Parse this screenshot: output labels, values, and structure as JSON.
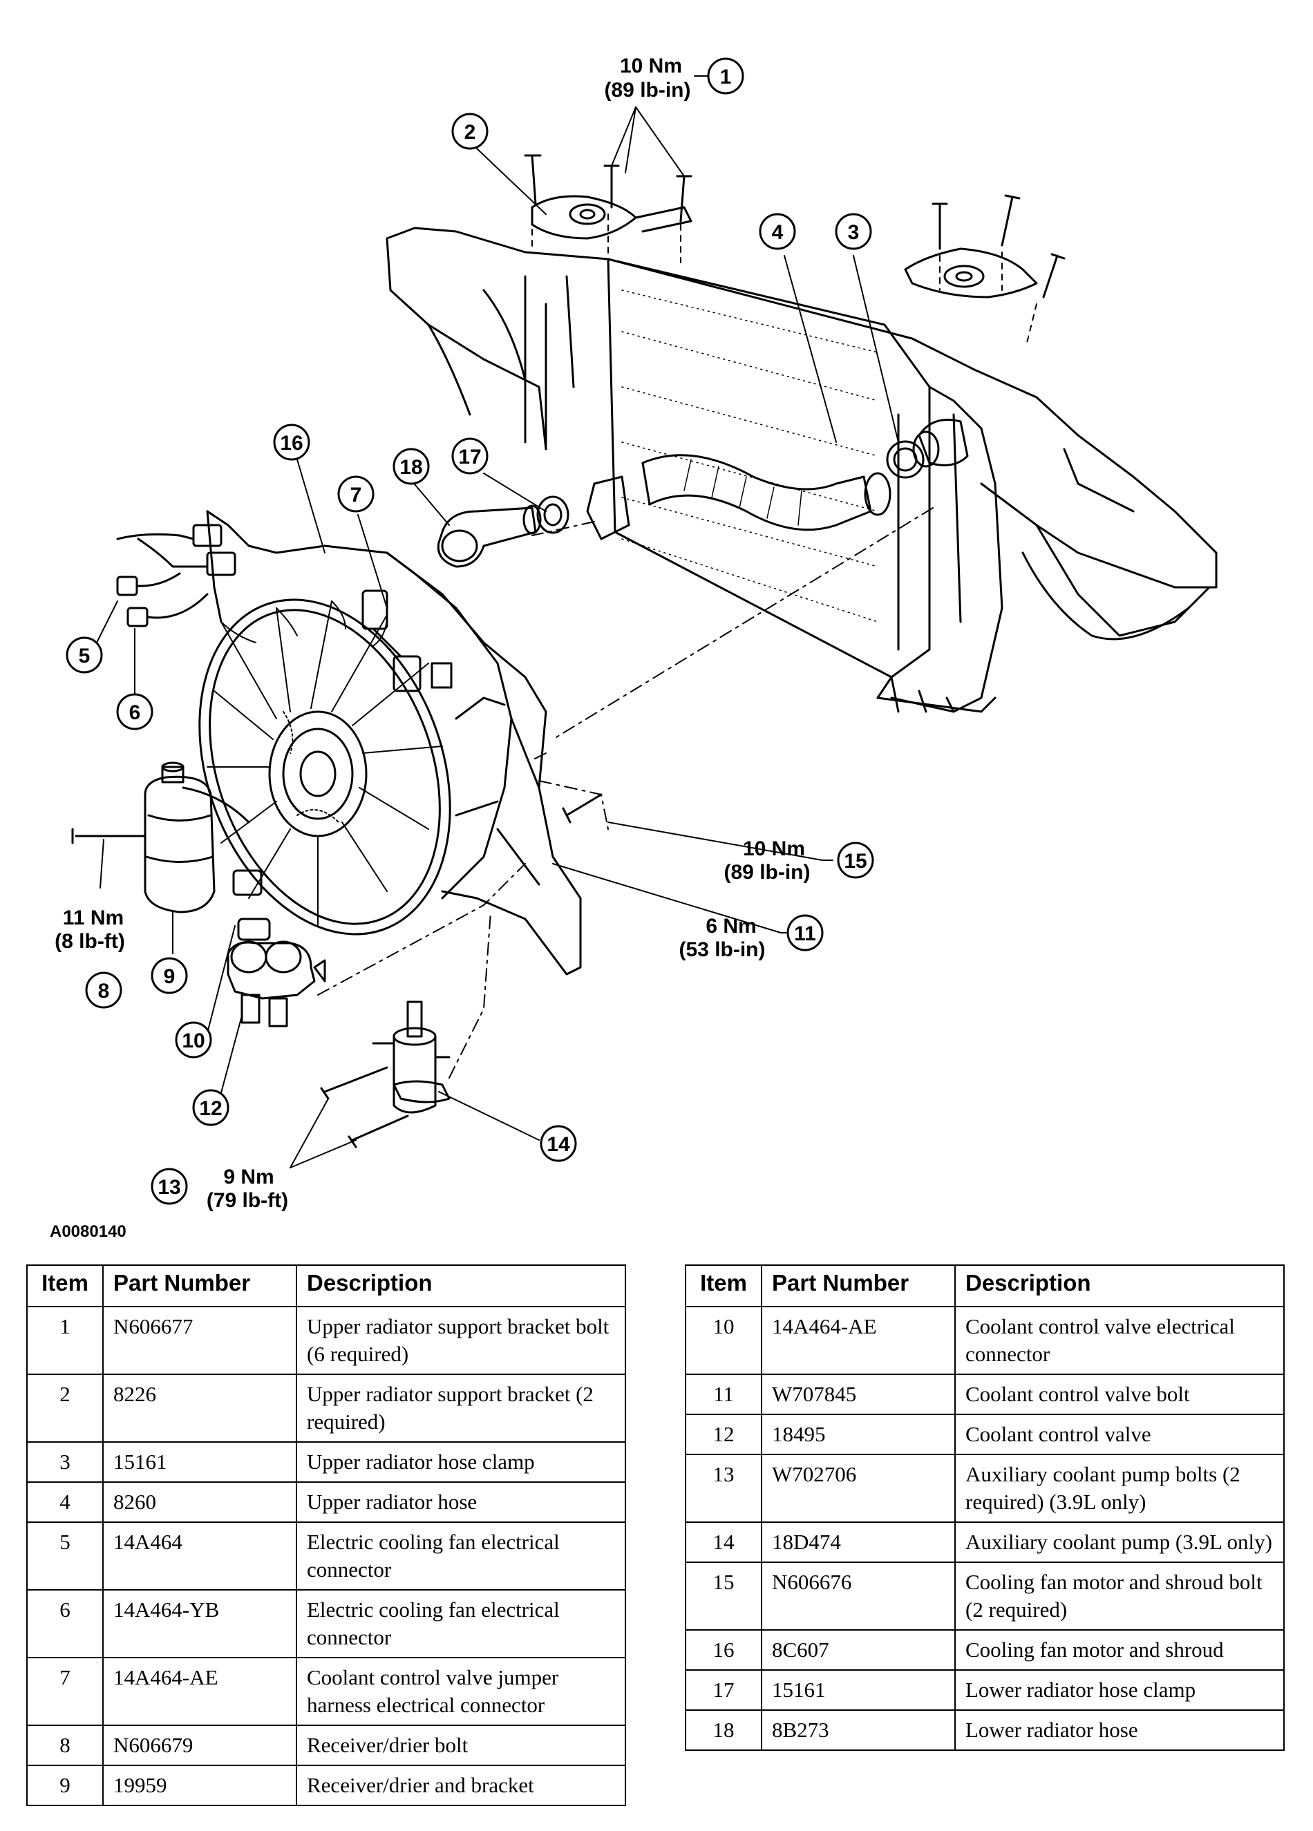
{
  "figure_id": "A0080140",
  "callouts": [
    "1",
    "2",
    "3",
    "4",
    "5",
    "6",
    "7",
    "8",
    "9",
    "10",
    "11",
    "12",
    "13",
    "14",
    "15",
    "16",
    "17",
    "18"
  ],
  "torque_specs": {
    "spec_1": [
      "10 Nm",
      "(89 lb-in)"
    ],
    "spec_8": [
      "11 Nm",
      "(8 lb-ft)"
    ],
    "spec_11": [
      "6 Nm",
      "(53 lb-in)"
    ],
    "spec_13": [
      "9 Nm",
      "(79 lb-ft)"
    ],
    "spec_15": [
      "10 Nm",
      "(89 lb-in)"
    ]
  },
  "table_headers": {
    "item": "Item",
    "part_number": "Part Number",
    "description": "Description"
  },
  "parts_left": [
    {
      "item": "1",
      "part": "N606677",
      "desc": "Upper radiator support bracket bolt (6 required)"
    },
    {
      "item": "2",
      "part": "8226",
      "desc": "Upper radiator support bracket (2 required)"
    },
    {
      "item": "3",
      "part": "15161",
      "desc": "Upper radiator hose clamp"
    },
    {
      "item": "4",
      "part": "8260",
      "desc": "Upper radiator hose"
    },
    {
      "item": "5",
      "part": "14A464",
      "desc": "Electric cooling fan electrical connector"
    },
    {
      "item": "6",
      "part": "14A464-YB",
      "desc": "Electric cooling fan electrical connector"
    },
    {
      "item": "7",
      "part": "14A464-AE",
      "desc": "Coolant control valve jumper harness electrical connector"
    },
    {
      "item": "8",
      "part": "N606679",
      "desc": "Receiver/drier bolt"
    },
    {
      "item": "9",
      "part": "19959",
      "desc": "Receiver/drier and bracket"
    }
  ],
  "parts_right": [
    {
      "item": "10",
      "part": "14A464-AE",
      "desc": "Coolant control valve electrical connector"
    },
    {
      "item": "11",
      "part": "W707845",
      "desc": "Coolant control valve bolt"
    },
    {
      "item": "12",
      "part": "18495",
      "desc": "Coolant control valve"
    },
    {
      "item": "13",
      "part": "W702706",
      "desc": "Auxiliary coolant pump bolts (2 required) (3.9L only)"
    },
    {
      "item": "14",
      "part": "18D474",
      "desc": "Auxiliary coolant pump (3.9L only)"
    },
    {
      "item": "15",
      "part": "N606676",
      "desc": " Cooling fan motor and shroud bolt (2 required)"
    },
    {
      "item": "16",
      "part": "8C607",
      "desc": "Cooling fan motor and shroud"
    },
    {
      "item": "17",
      "part": "15161",
      "desc": "Lower radiator hose clamp"
    },
    {
      "item": "18",
      "part": "8B273",
      "desc": "Lower radiator hose"
    }
  ]
}
